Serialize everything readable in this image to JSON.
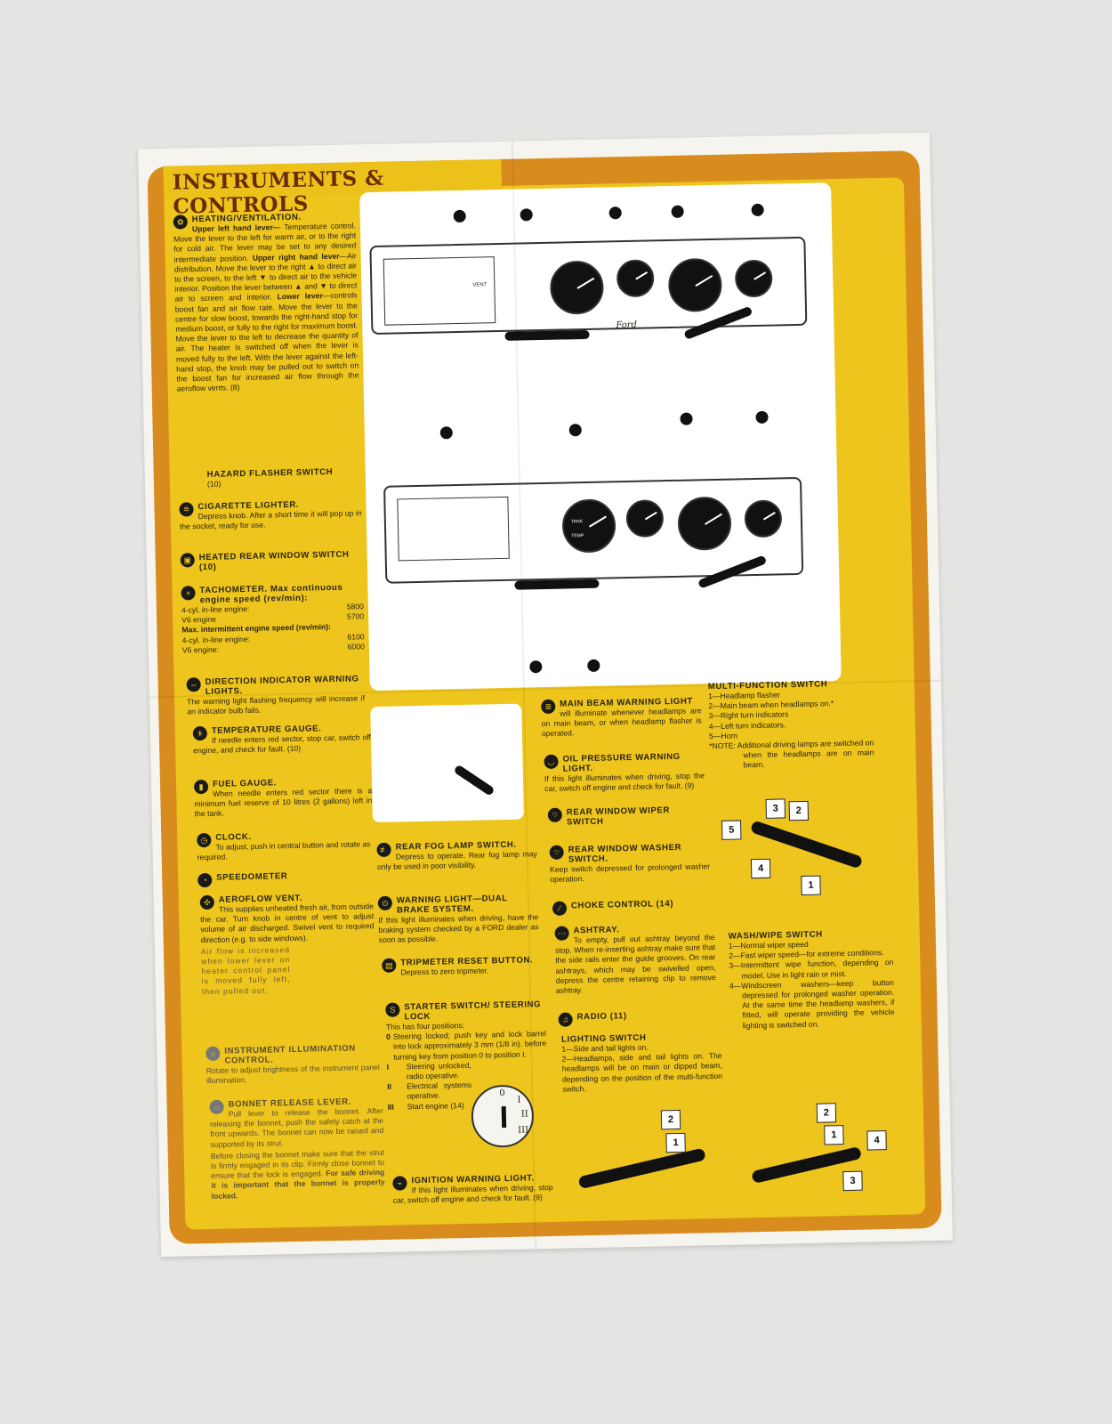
{
  "title": "INSTRUMENTS & CONTROLS",
  "left": {
    "heating": {
      "title": "HEATING/VENTILATION.",
      "sub1": "Upper left hand lever—",
      "p1": "Temperature control. Move the lever to the left for warm air, or to the right for cold air. The lever may be set to any desired intermediate position.",
      "sub2": "Upper right hand lever",
      "p2": "—Air distribution. Move the lever to the right ▲ to direct air to the screen, to the left ▼ to direct air to the vehicle interior. Position the lever between ▲ and ▼ to direct air to screen and interior.",
      "sub3": "Lower lever",
      "p3": "—controls boost fan and air flow rate. Move the lever to the centre for slow boost, towards the right-hand stop for medium boost, or fully to the right for maximum boost. Move the lever to the left to decrease the quantity of air. The heater is switched off when the lever is moved fully to the left. With the lever against the left-hand stop, the knob may be pulled out to switch on the boost fan for increased air flow through the aeroflow vents. (8)"
    },
    "hazard": {
      "title": "HAZARD FLASHER SWITCH",
      "p": "(10)"
    },
    "lighter": {
      "title": "CIGARETTE LIGHTER.",
      "p": "Depress knob. After a short time it will pop up in the socket, ready for use."
    },
    "heated": {
      "title": "HEATED REAR WINDOW SWITCH",
      "p": "(10)"
    },
    "tacho": {
      "title": "TACHOMETER.",
      "t2": "Max continuous engine speed (rev/min):",
      "r1l": "4-cyl. in-line engine:",
      "r1v": "5800",
      "r2l": "V6 engine",
      "r2v": "5700",
      "t3": "Max. intermittent engine speed (rev/min):",
      "r3l": "4-cyl. in-line engine:",
      "r3v": "6100",
      "r4l": "V6 engine:",
      "r4v": "6000"
    },
    "direction": {
      "title": "DIRECTION INDICATOR WARNING LIGHTS.",
      "p": "The warning light flashing frequency will increase if an indicator bulb fails."
    },
    "temp": {
      "title": "TEMPERATURE GAUGE.",
      "p": "If needle enters red sector, stop car, switch off engine, and check for fault. (10)"
    },
    "fuel": {
      "title": "FUEL GAUGE.",
      "p": "When needle enters red sector there is a minimum fuel reserve of 10 litres (2 gallons) left in the tank."
    },
    "clock": {
      "title": "CLOCK.",
      "p": "To adjust, push in central button and rotate as required."
    },
    "speedo": {
      "title": "SPEEDOMETER"
    },
    "aeroflow": {
      "title": "AEROFLOW VENT.",
      "p": "This supplies unheated fresh air, from outside the car. Turn knob in centre of vent to adjust volume of air discharged. Swivel vent to required direction (e.g. to side windows).",
      "p2": "Air flow is increased when lower lever on heater control panel is moved fully left, then pulled out."
    },
    "illum": {
      "title": "INSTRUMENT ILLUMINATION CONTROL.",
      "p": "Rotate to adjust brightness of the instrument panel illumination."
    },
    "bonnet": {
      "title": "BONNET RELEASE LEVER.",
      "p": "Pull lever to release the bonnet. After releasing the bonnet, push the safety catch at the front upwards. The bonnet can now be raised and supported by its strut.",
      "p2": "Before closing the bonnet make sure that the strut is firmly engaged in its clip. Firmly close bonnet to ensure that the lock is engaged.",
      "p3": "For safe driving it is important that the bonnet is properly locked."
    }
  },
  "middle": {
    "fog": {
      "title": "REAR FOG LAMP SWITCH.",
      "p": "Depress to operate. Rear fog lamp may only be used in poor visibility."
    },
    "brake": {
      "title": "WARNING LIGHT—DUAL BRAKE SYSTEM.",
      "p": "If this light illuminates when driving, have the braking system checked by a FORD dealer as soon as possible."
    },
    "trip": {
      "title": "TRIPMETER RESET BUTTON.",
      "p": "Depress to zero tripmeter."
    },
    "starter": {
      "title": "STARTER SWITCH/ STEERING LOCK",
      "intro": "This has four positions:",
      "i0": "0",
      "t0": "Steering locked; push key and lock barrel into lock approximately 3 mm (1/8 in). before turning key from position 0 to position I.",
      "i1": "I",
      "t1": "Steering unlocked, radio operative.",
      "i2": "II",
      "t2": "Electrical systems operative.",
      "i3": "III",
      "t3": "Start engine (14)",
      "k0": "0",
      "k1": "I",
      "k2": "II",
      "k3": "III"
    },
    "ignition": {
      "title": "IGNITION WARNING LIGHT.",
      "p": "If this light illuminates when driving, stop car, switch off engine and check for fault. (9)"
    }
  },
  "right": {
    "mainbeam": {
      "title": "MAIN BEAM WARNING LIGHT",
      "p": "will illuminate whenever headlamps are on main beam, or when headlamp flasher is operated."
    },
    "oil": {
      "title": "OIL PRESSURE WARNING LIGHT.",
      "p": "If this light illuminates when driving, stop the car, switch off engine and check for fault. (9)"
    },
    "wiper": {
      "title": "REAR WINDOW WIPER SWITCH"
    },
    "washer": {
      "title": "REAR WINDOW WASHER SWITCH.",
      "p": "Keep switch depressed for prolonged washer operation."
    },
    "choke": {
      "title": "CHOKE CONTROL",
      "p": "(14)"
    },
    "ashtray": {
      "title": "ASHTRAY.",
      "p": "To empty, pull out ashtray beyond the stop. When re-inserting ashtray make sure that the side rails enter the guide grooves. On rear ashtrays, which may be swivelled open, depress the centre retaining clip to remove ashtray."
    },
    "radio": {
      "title": "RADIO",
      "p": "(11)"
    },
    "lighting": {
      "title": "LIGHTING SWITCH",
      "i1": "1—Side and tail lights on.",
      "i2": "2—Headlamps, side and tail lights on. The headlamps will be on main or dipped beam, depending on the position of the multi-function switch."
    },
    "multi": {
      "title": "MULTI-FUNCTION SWITCH",
      "items": [
        "1—Headlamp flasher",
        "2—Main beam when headlamps on.*",
        "3—Right turn indicators",
        "4—Left turn indicators.",
        "5—Horn"
      ],
      "note": "*NOTE: Additional driving lamps are switched on when the headlamps are on main beam."
    },
    "wash": {
      "title": "WASH/WIPE SWITCH",
      "items": [
        "1—Normal wiper speed",
        "2—Fast wiper speed—for extreme conditions.",
        "3—Intermittent wipe function, depending on model. Use in light rain or mist.",
        "4—Windscreen washers—keep button depressed for prolonged washer operation. At the same time the headlamp washers, if fitted, will operate providing the vehicle lighting is switched on."
      ]
    }
  },
  "diagram": {
    "vent_label": "VENT",
    "logo": "Ford",
    "tank_label": "TANK",
    "temp_label": "TEMP"
  },
  "arrows": {
    "m1": "1",
    "m2": "2",
    "m3": "3",
    "m4": "4",
    "m5": "5",
    "l1": "1",
    "l2": "2",
    "w1": "1",
    "w2": "2",
    "w3": "3",
    "w4": "4"
  }
}
